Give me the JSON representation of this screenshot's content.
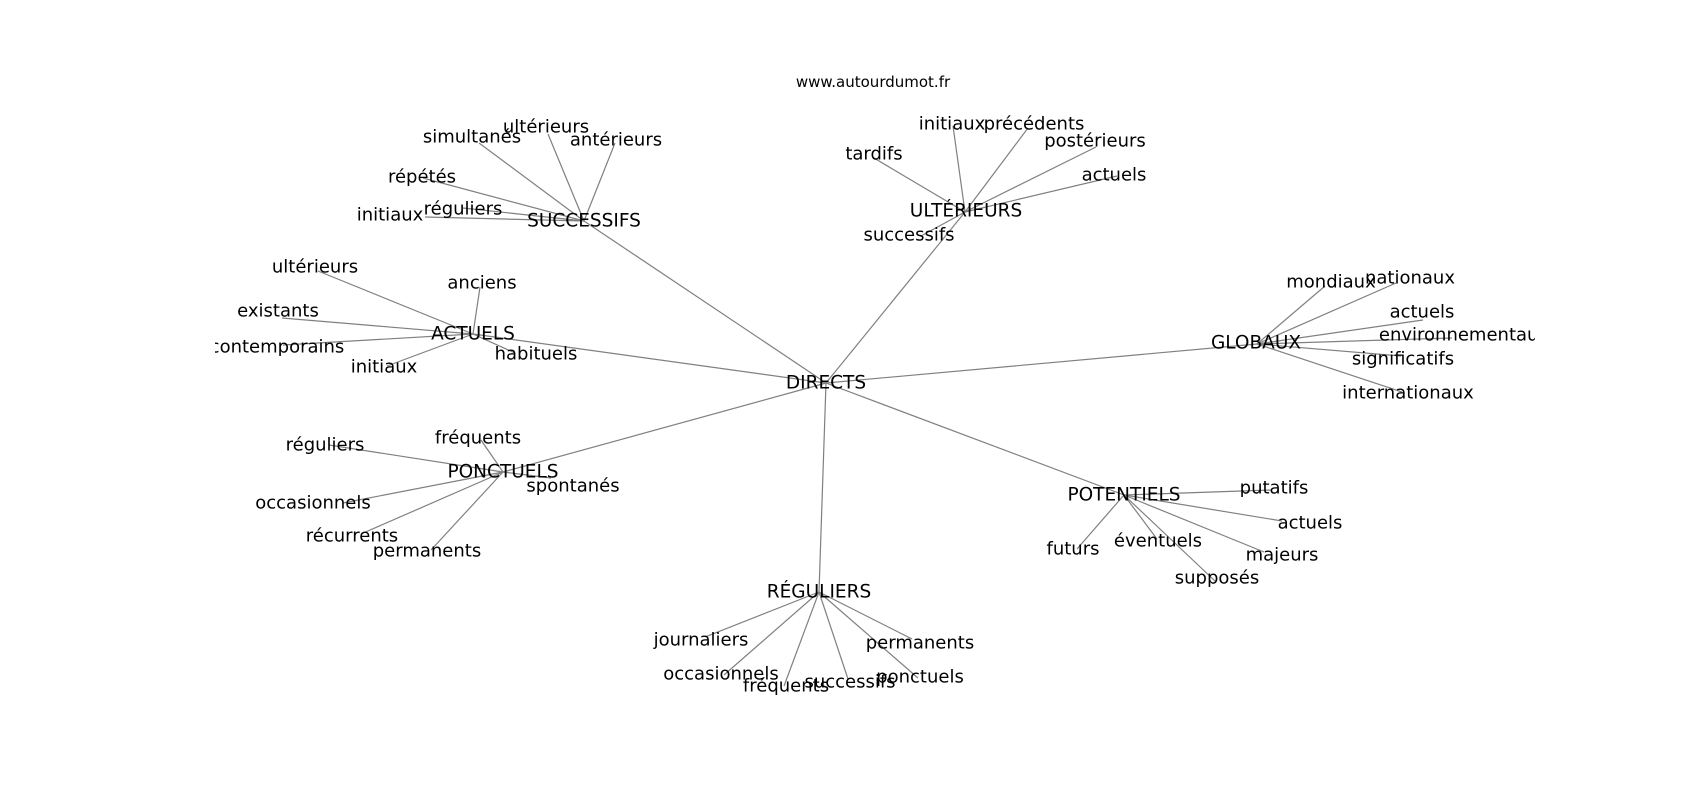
{
  "site": "www.autourdumot.fr",
  "colors": {
    "edge": "#808080",
    "text": "#000000",
    "background": "#ffffff"
  },
  "center": {
    "id": "c",
    "label": "DIRECTS"
  },
  "hubs": [
    {
      "id": "h1",
      "label": "SUCCESSIFS",
      "leaves": [
        "ultérieurs",
        "simultanés",
        "antérieurs",
        "répétés",
        "réguliers",
        "initiaux"
      ]
    },
    {
      "id": "h2",
      "label": "ULTÉRIEURS",
      "leaves": [
        "initiaux",
        "précédents",
        "postérieurs",
        "tardifs",
        "actuels",
        "successifs"
      ]
    },
    {
      "id": "h3",
      "label": "ACTUELS",
      "leaves": [
        "ultérieurs",
        "anciens",
        "existants",
        "contemporains",
        "habituels",
        "initiaux"
      ]
    },
    {
      "id": "h4",
      "label": "GLOBAUX",
      "leaves": [
        "mondiaux",
        "nationaux",
        "actuels",
        "environnementaux",
        "significatifs",
        "internationaux"
      ]
    },
    {
      "id": "h5",
      "label": "PONCTUELS",
      "leaves": [
        "fréquents",
        "réguliers",
        "spontanés",
        "occasionnels",
        "récurrents",
        "permanents"
      ]
    },
    {
      "id": "h6",
      "label": "POTENTIELS",
      "leaves": [
        "putatifs",
        "actuels",
        "éventuels",
        "futurs",
        "majeurs",
        "supposés"
      ]
    },
    {
      "id": "h7",
      "label": "RÉGULIERS",
      "leaves": [
        "journaliers",
        "permanents",
        "occasionnels",
        "ponctuels",
        "successifs",
        "fréquents"
      ]
    }
  ]
}
